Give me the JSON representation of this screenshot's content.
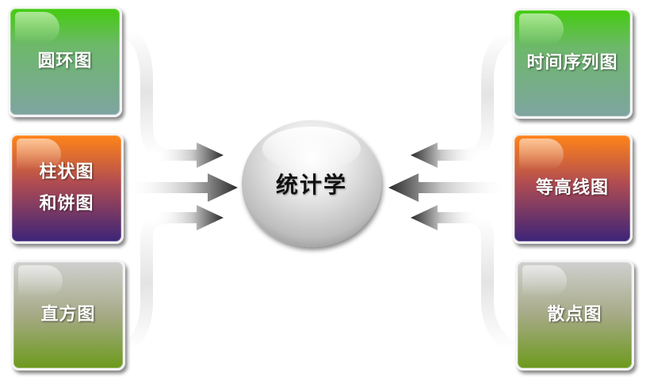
{
  "center": {
    "label": "统计学"
  },
  "nodes": {
    "ring": {
      "lines": [
        "圆环图"
      ]
    },
    "barpie": {
      "lines": [
        "柱状图",
        "和饼图"
      ]
    },
    "histogram": {
      "lines": [
        "直方图"
      ]
    },
    "timeseries": {
      "lines": [
        "时间序列图"
      ]
    },
    "contour": {
      "lines": [
        "等高线图"
      ]
    },
    "scatter": {
      "lines": [
        "散点图"
      ]
    }
  },
  "colors": {
    "green_box": [
      "#44cc10",
      "#7ea4a0"
    ],
    "purple_box": [
      "#ff8418",
      "#3c2478"
    ],
    "olive_box": [
      "#cfcfcf",
      "#6c9a1c"
    ],
    "arrow": "#333333",
    "connector": "#e6e6e6"
  }
}
